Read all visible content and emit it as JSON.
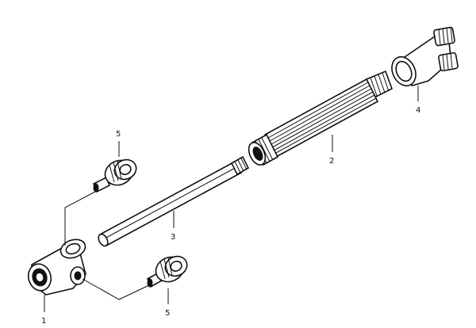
{
  "diagram": {
    "callouts": {
      "part_1": "1",
      "part_2": "2",
      "part_3": "3",
      "part_4": "4",
      "part_5_upper": "5",
      "part_5_lower": "5"
    },
    "ink_color": "#111111",
    "background_color": "#ffffff"
  }
}
